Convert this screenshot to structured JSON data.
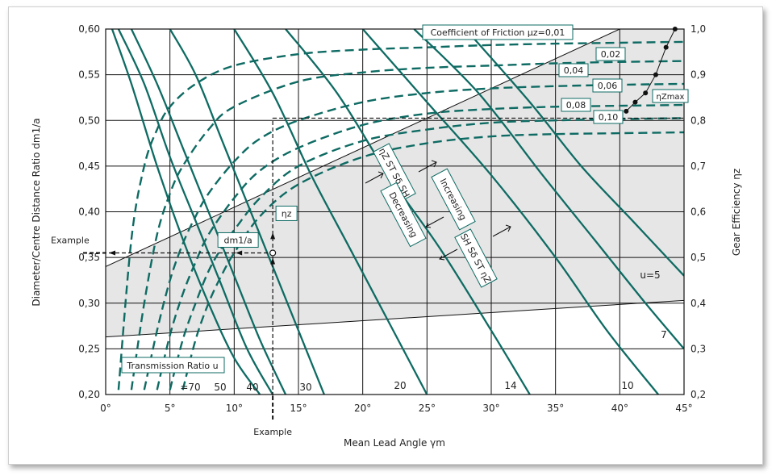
{
  "chart_data": {
    "type": "line",
    "title": "",
    "xlabel": "Mean Lead Angle γm",
    "ylabel_left": "Diameter/Centre Distance Ratio dm1/a",
    "ylabel_right": "Gear Efficiency ηz",
    "xlim": [
      0,
      45
    ],
    "ylim_left": [
      0.2,
      0.6
    ],
    "ylim_right": [
      0.2,
      1.0
    ],
    "x_ticks": [
      "0°",
      "5°",
      "10°",
      "15°",
      "20°",
      "25°",
      "30°",
      "35°",
      "40°",
      "45°"
    ],
    "y_left_ticks": [
      "0,20",
      "0,25",
      "0,30",
      "0,35",
      "0,40",
      "0,45",
      "0,50",
      "0,55",
      "0,60"
    ],
    "y_right_ticks": [
      "0,2",
      "0,3",
      "0,4",
      "0,5",
      "0,6",
      "0,7",
      "0,8",
      "0,9",
      "1,0"
    ],
    "grid": true,
    "shaded_region": {
      "upper_boundary": [
        [
          0,
          0.34
        ],
        [
          40,
          0.6
        ]
      ],
      "lower_boundary": [
        [
          0,
          0.263
        ],
        [
          45,
          0.303
        ]
      ]
    },
    "efficiency_curves": {
      "legend": "Coefficient of Friction μz=0,01",
      "style": "dashed",
      "series": [
        {
          "mu": "0,01",
          "label": "Coefficient of Friction μz=0,01",
          "x": [
            1,
            2,
            3,
            4,
            5,
            7,
            10,
            15,
            20,
            25,
            30,
            35,
            40,
            45
          ],
          "y": [
            0.21,
            0.54,
            0.7,
            0.78,
            0.83,
            0.88,
            0.92,
            0.945,
            0.955,
            0.96,
            0.965,
            0.968,
            0.97,
            0.972
          ]
        },
        {
          "mu": "0,02",
          "label": "0,02",
          "x": [
            2,
            3,
            4,
            5,
            6,
            8,
            10,
            15,
            20,
            25,
            30,
            35,
            40,
            45
          ],
          "y": [
            0.21,
            0.4,
            0.55,
            0.64,
            0.7,
            0.78,
            0.83,
            0.885,
            0.905,
            0.915,
            0.92,
            0.925,
            0.928,
            0.93
          ]
        },
        {
          "mu": "0,04",
          "label": "0,04",
          "x": [
            3,
            4,
            5,
            6,
            7,
            8,
            10,
            12,
            15,
            20,
            25,
            30,
            35,
            40,
            45
          ],
          "y": [
            0.21,
            0.34,
            0.45,
            0.53,
            0.59,
            0.64,
            0.71,
            0.76,
            0.8,
            0.84,
            0.86,
            0.87,
            0.875,
            0.878,
            0.88
          ]
        },
        {
          "mu": "0,06",
          "label": "0,06",
          "x": [
            4,
            5,
            6,
            7,
            8,
            10,
            12,
            15,
            20,
            25,
            30,
            35,
            40,
            45
          ],
          "y": [
            0.21,
            0.33,
            0.42,
            0.49,
            0.55,
            0.63,
            0.69,
            0.74,
            0.79,
            0.815,
            0.825,
            0.83,
            0.832,
            0.834
          ]
        },
        {
          "mu": "0,08",
          "label": "0,08",
          "x": [
            5,
            6,
            7,
            8,
            9,
            10,
            12,
            15,
            20,
            25,
            30,
            35,
            40,
            45
          ],
          "y": [
            0.21,
            0.32,
            0.4,
            0.47,
            0.52,
            0.56,
            0.63,
            0.7,
            0.755,
            0.78,
            0.795,
            0.8,
            0.803,
            0.805
          ]
        },
        {
          "mu": "0,10",
          "label": "0,10",
          "x": [
            6,
            7,
            8,
            9,
            10,
            12,
            15,
            20,
            25,
            30,
            35,
            40,
            45
          ],
          "y": [
            0.21,
            0.32,
            0.4,
            0.46,
            0.51,
            0.59,
            0.66,
            0.72,
            0.75,
            0.765,
            0.77,
            0.772,
            0.774
          ]
        }
      ]
    },
    "ratio_curves": {
      "legend": "Transmission Ratio u",
      "style": "solid",
      "series": [
        {
          "u": "=70",
          "label": "=70",
          "x": [
            0.5,
            2,
            4,
            6,
            8,
            10,
            12
          ],
          "y": [
            0.6,
            0.54,
            0.45,
            0.37,
            0.3,
            0.24,
            0.2
          ]
        },
        {
          "u": "50",
          "label": "50",
          "x": [
            1,
            3,
            5,
            7,
            9,
            11,
            13
          ],
          "y": [
            0.6,
            0.54,
            0.46,
            0.39,
            0.32,
            0.25,
            0.2
          ]
        },
        {
          "u": "40",
          "label": "40",
          "x": [
            2,
            4,
            6,
            8,
            10,
            12,
            14
          ],
          "y": [
            0.6,
            0.54,
            0.47,
            0.4,
            0.33,
            0.26,
            0.2
          ]
        },
        {
          "u": "30",
          "label": "30",
          "x": [
            5,
            7,
            9,
            11,
            13,
            15,
            17
          ],
          "y": [
            0.6,
            0.55,
            0.48,
            0.41,
            0.34,
            0.27,
            0.2
          ]
        },
        {
          "u": "20",
          "label": "20",
          "x": [
            10,
            13,
            16,
            19,
            22,
            25
          ],
          "y": [
            0.6,
            0.53,
            0.44,
            0.36,
            0.28,
            0.2
          ]
        },
        {
          "u": "14",
          "label": "14",
          "x": [
            14,
            18,
            22,
            26,
            30,
            33
          ],
          "y": [
            0.6,
            0.53,
            0.44,
            0.36,
            0.27,
            0.2
          ]
        },
        {
          "u": "10",
          "label": "10",
          "x": [
            20,
            25,
            30,
            35,
            39,
            43
          ],
          "y": [
            0.6,
            0.52,
            0.44,
            0.35,
            0.27,
            0.2
          ]
        },
        {
          "u": "7",
          "label": "7",
          "x": [
            24,
            29,
            34,
            38,
            42,
            45
          ],
          "y": [
            0.6,
            0.53,
            0.44,
            0.37,
            0.3,
            0.25
          ]
        },
        {
          "u": "u=5",
          "label": "u=5",
          "x": [
            28,
            33,
            37,
            41,
            45
          ],
          "y": [
            0.6,
            0.52,
            0.45,
            0.39,
            0.33
          ]
        }
      ]
    },
    "max_efficiency_line": {
      "label": "ηZmax",
      "x": [
        40.5,
        41.2,
        42,
        42.8,
        43.6,
        44.3
      ],
      "y": [
        0.51,
        0.52,
        0.53,
        0.55,
        0.58,
        0.6
      ]
    },
    "example": {
      "label_left": "Example",
      "label_bottom": "Example",
      "x": 13,
      "ratio": 0.355,
      "efficiency": 0.805,
      "annotation_ratio": "dm1/a",
      "annotation_eff": "ηz"
    },
    "annotations": {
      "trend_a": "ηZ ST Sδ SH",
      "trend_b": "SH Sδ ST ηZ",
      "increasing": "Increasing",
      "decreasing": "Decreasing"
    }
  }
}
